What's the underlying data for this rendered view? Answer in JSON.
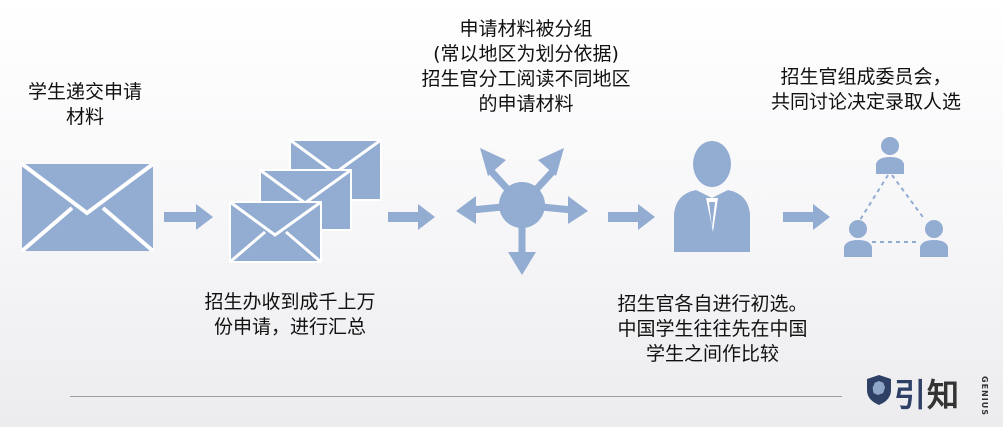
{
  "steps": [
    {
      "label": "学生递交申请\n材料"
    },
    {
      "label": "招生办收到成千上万\n份申请，进行汇总"
    },
    {
      "label": "申请材料被分组\n(常以地区为划分依据)\n招生官分工阅读不同地区\n的申请材料"
    },
    {
      "label": "招生官各自进行初选。\n中国学生往往先在中国\n学生之间作比较"
    },
    {
      "label": "招生官组成委员会，\n共同讨论决定录取人选"
    }
  ],
  "logo": {
    "text_yin": "引",
    "text_zhi": "知",
    "text_genius": "GENIUS"
  },
  "colors": {
    "icon": "#92acd2",
    "arrow": "#92acd2",
    "logo_blue": "#2e4066"
  }
}
